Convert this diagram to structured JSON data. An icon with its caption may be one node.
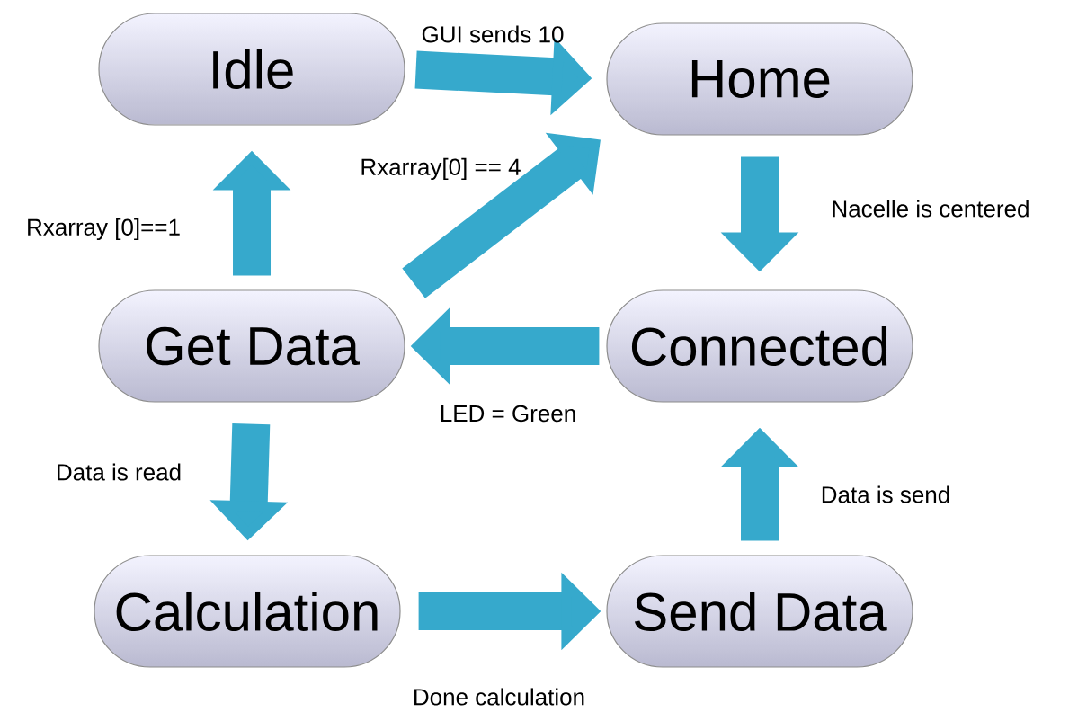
{
  "diagram": {
    "nodes": [
      {
        "text": [
          "Idle"
        ]
      },
      {
        "text": [
          "Home"
        ]
      },
      {
        "text": [
          "Get Data"
        ]
      },
      {
        "text": [
          "Connected"
        ]
      },
      {
        "text": [
          "Calculation"
        ]
      },
      {
        "text": [
          "Send Data"
        ]
      }
    ],
    "edges": [
      {
        "from": 0,
        "to": 1,
        "arrow": "to",
        "label": "GUI sends 10"
      },
      {
        "from": 1,
        "to": 3,
        "arrow": "to",
        "label": "Nacelle is centered"
      },
      {
        "from": 3,
        "to": 2,
        "arrow": "to",
        "label": "LED = Green"
      },
      {
        "from": 2,
        "to": 0,
        "arrow": "to",
        "label": "Rxarray [0]==1"
      },
      {
        "from": 2,
        "to": 1,
        "arrow": "to",
        "label": "Rxarray[0] == 4"
      },
      {
        "from": 2,
        "to": 4,
        "arrow": "to",
        "label": "Data is read"
      },
      {
        "from": 4,
        "to": 5,
        "arrow": "to",
        "label": "Done calculation"
      },
      {
        "from": 5,
        "to": 3,
        "arrow": "to",
        "label": "Data is send"
      }
    ]
  }
}
